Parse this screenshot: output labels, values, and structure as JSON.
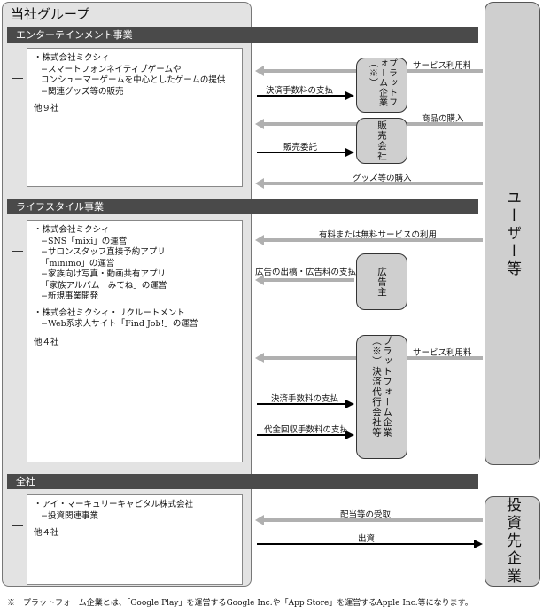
{
  "group_title": "当社グループ",
  "segments": {
    "entertainment": {
      "label": "エンターテインメント事業",
      "company": "・株式会社ミクシィ",
      "items": [
        "−スマートフォンネイティブゲームや",
        "コンシューマーゲームを中心としたゲームの提供",
        "−関連グッズ等の販売"
      ],
      "others": "他９社"
    },
    "lifestyle": {
      "label": "ライフスタイル事業",
      "company1": "・株式会社ミクシィ",
      "items1": [
        "−SNS「mixi」の運営",
        "−サロンスタッフ直接予約アプリ",
        "「minimo」の運営",
        "−家族向け写真・動画共有アプリ",
        "「家族アルバム　みてね」の運営",
        "−新規事業開発"
      ],
      "company2": "・株式会社ミクシィ・リクルートメント",
      "items2": [
        "−Web系求人サイト「Find Job!」の運営"
      ],
      "others": "他４社"
    },
    "all": {
      "label": "全社",
      "company": "・アイ・マーキュリーキャピタル株式会社",
      "items": [
        "−投資関連事業"
      ],
      "others": "他４社"
    }
  },
  "nodes": {
    "platform1": "プラットフォーム企業（※）",
    "sales": "販売会社",
    "advertiser": "広告主",
    "platform2": "プラットフォーム企業（※）決済代行会社等",
    "users": "ユーザー等",
    "investees": "投資先企業"
  },
  "flows": {
    "service_fee_1": "サービス利用料",
    "settlement_fee_1": "決済手数料の支払",
    "product_purchase": "商品の購入",
    "consignment": "販売委託",
    "goods_purchase": "グッズ等の購入",
    "paid_free_use": "有料または無料サービスの利用",
    "ad_placement": "広告の出稿・広告料の支払",
    "service_fee_2": "サービス利用料",
    "settlement_fee_2": "決済手数料の支払",
    "collection_fee": "代金回収手数料の支払",
    "dividends": "配当等の受取",
    "investment": "出資"
  },
  "footnote": "※　プラットフォーム企業とは、「Google Play」を運営するGoogle Inc.や「App Store」を運営するApple Inc.等になります。",
  "colors": {
    "band": "#4a4a4a",
    "panel": "#e3e3e3",
    "node": "#cfcfcf",
    "gray_arrow": "#b0b0b0",
    "black_arrow": "#000000"
  }
}
